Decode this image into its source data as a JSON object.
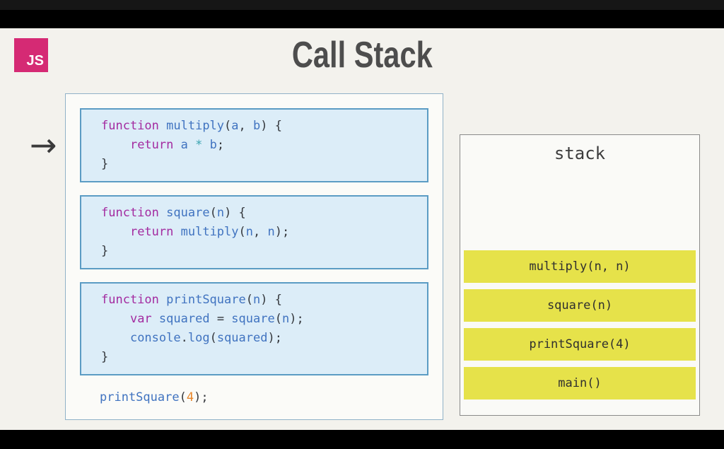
{
  "slide": {
    "logo": "JS",
    "title": "Call Stack",
    "arrow": "→"
  },
  "colors": {
    "kw": "#a32ba0",
    "id": "#4073c0",
    "pl": "#35383d",
    "op": "#39a3b0",
    "num": "#e8862b",
    "frame_yellow": "#e6e24a",
    "logo_pink": "#d52a74",
    "code_bg": "#dcedf8",
    "code_border": "#5b9cc4",
    "outer_border": "#90b2c8",
    "stack_border": "#8a8a8a",
    "title_gray": "#4d4d4d",
    "slide_bg": "#f3f2ed"
  },
  "code_blocks": [
    {
      "lines": [
        [
          {
            "t": "function",
            "c": "kw"
          },
          {
            "t": " ",
            "c": "pl"
          },
          {
            "t": "multiply",
            "c": "id"
          },
          {
            "t": "(",
            "c": "pl"
          },
          {
            "t": "a",
            "c": "id"
          },
          {
            "t": ", ",
            "c": "pl"
          },
          {
            "t": "b",
            "c": "id"
          },
          {
            "t": ") {",
            "c": "pl"
          }
        ],
        [
          {
            "t": "    ",
            "c": "pl"
          },
          {
            "t": "return",
            "c": "kw"
          },
          {
            "t": " ",
            "c": "pl"
          },
          {
            "t": "a",
            "c": "id"
          },
          {
            "t": " ",
            "c": "pl"
          },
          {
            "t": "*",
            "c": "op"
          },
          {
            "t": " ",
            "c": "pl"
          },
          {
            "t": "b",
            "c": "id"
          },
          {
            "t": ";",
            "c": "pl"
          }
        ],
        [
          {
            "t": "}",
            "c": "pl"
          }
        ]
      ]
    },
    {
      "lines": [
        [
          {
            "t": "function",
            "c": "kw"
          },
          {
            "t": " ",
            "c": "pl"
          },
          {
            "t": "square",
            "c": "id"
          },
          {
            "t": "(",
            "c": "pl"
          },
          {
            "t": "n",
            "c": "id"
          },
          {
            "t": ") {",
            "c": "pl"
          }
        ],
        [
          {
            "t": "    ",
            "c": "pl"
          },
          {
            "t": "return",
            "c": "kw"
          },
          {
            "t": " ",
            "c": "pl"
          },
          {
            "t": "multiply",
            "c": "id"
          },
          {
            "t": "(",
            "c": "pl"
          },
          {
            "t": "n",
            "c": "id"
          },
          {
            "t": ", ",
            "c": "pl"
          },
          {
            "t": "n",
            "c": "id"
          },
          {
            "t": ");",
            "c": "pl"
          }
        ],
        [
          {
            "t": "}",
            "c": "pl"
          }
        ]
      ]
    },
    {
      "lines": [
        [
          {
            "t": "function",
            "c": "kw"
          },
          {
            "t": " ",
            "c": "pl"
          },
          {
            "t": "printSquare",
            "c": "id"
          },
          {
            "t": "(",
            "c": "pl"
          },
          {
            "t": "n",
            "c": "id"
          },
          {
            "t": ") {",
            "c": "pl"
          }
        ],
        [
          {
            "t": "    ",
            "c": "pl"
          },
          {
            "t": "var",
            "c": "kw"
          },
          {
            "t": " ",
            "c": "pl"
          },
          {
            "t": "squared",
            "c": "id"
          },
          {
            "t": " = ",
            "c": "pl"
          },
          {
            "t": "square",
            "c": "id"
          },
          {
            "t": "(",
            "c": "pl"
          },
          {
            "t": "n",
            "c": "id"
          },
          {
            "t": ");",
            "c": "pl"
          }
        ],
        [
          {
            "t": "    ",
            "c": "pl"
          },
          {
            "t": "console",
            "c": "id"
          },
          {
            "t": ".",
            "c": "pl"
          },
          {
            "t": "log",
            "c": "id"
          },
          {
            "t": "(",
            "c": "pl"
          },
          {
            "t": "squared",
            "c": "id"
          },
          {
            "t": ");",
            "c": "pl"
          }
        ],
        [
          {
            "t": "}",
            "c": "pl"
          }
        ]
      ]
    }
  ],
  "footer_code": [
    [
      {
        "t": "printSquare",
        "c": "id"
      },
      {
        "t": "(",
        "c": "pl"
      },
      {
        "t": "4",
        "c": "num"
      },
      {
        "t": ");",
        "c": "pl"
      }
    ]
  ],
  "stack": {
    "label": "stack",
    "frames": [
      "multiply(n, n)",
      "square(n)",
      "printSquare(4)",
      "main()"
    ]
  }
}
